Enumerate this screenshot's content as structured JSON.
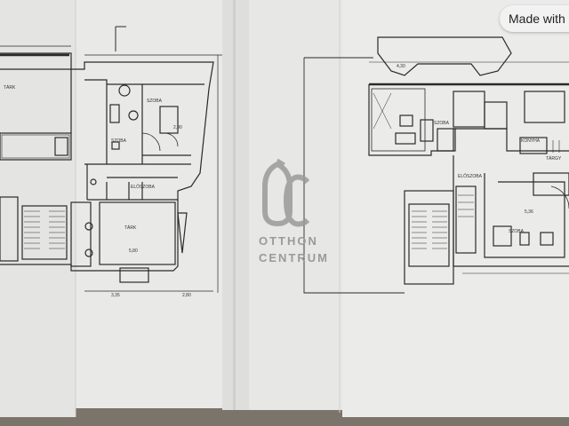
{
  "badge": {
    "text": "Made with"
  },
  "watermark": {
    "logo": "OC",
    "line1": "OTTHON",
    "line2": "CENTRUM"
  },
  "plan_left": {
    "rooms": [
      "TÁRK",
      "SZOBA",
      "ELŐSZOBA",
      "TÁRK",
      "SZOBA"
    ],
    "dimensions": [
      "3,35",
      "2,80",
      "5,80",
      "2,90"
    ]
  },
  "plan_right": {
    "rooms": [
      "SZOBA",
      "KONYHA",
      "TÁRGY",
      "SZOBA",
      "ELŐSZOBA"
    ],
    "dimensions": [
      "4,30",
      "5,36"
    ]
  },
  "colors": {
    "paper": "#e8e8e6",
    "paper_shadow": "#d9d9d6",
    "line": "#2a2a2a",
    "floor": "#6f6a62",
    "watermark": "#9a9a9a"
  }
}
